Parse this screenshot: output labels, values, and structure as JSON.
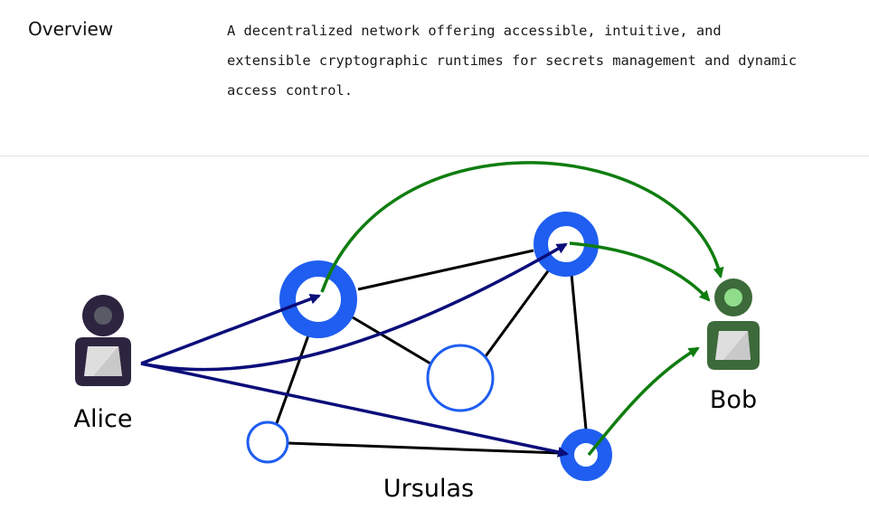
{
  "overview": {
    "heading": "Overview",
    "description": "A decentralized network offering accessible, intuitive, and extensible cryptographic runtimes for secrets management and dynamic access control."
  },
  "diagram": {
    "alice_label": "Alice",
    "bob_label": "Bob",
    "network_label": "Ursulas",
    "colors": {
      "node_blue": "#1f5ef0",
      "alice_arrow": "#0b0d7a",
      "bob_arrow": "#0f7d0f",
      "network_edge": "#000000",
      "alice_figure": "#2d2540",
      "bob_figure": "#3d6a3a",
      "bob_head": "#8fdc8a"
    }
  }
}
